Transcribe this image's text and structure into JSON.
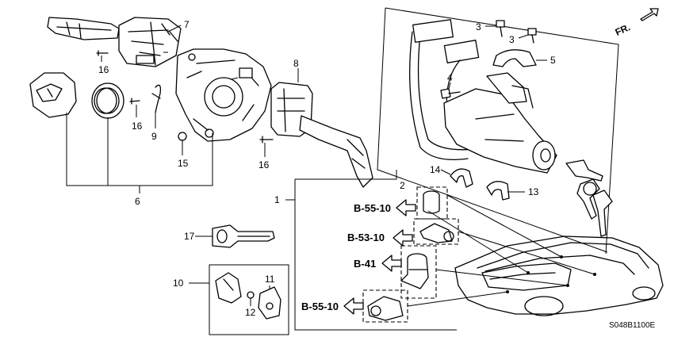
{
  "callouts": {
    "c1": "1",
    "c2": "2",
    "c3a": "3",
    "c3b": "3",
    "c4": "4",
    "c5": "5",
    "c6": "6",
    "c7": "7",
    "c8": "8",
    "c9": "9",
    "c10": "10",
    "c11": "11",
    "c12": "12",
    "c13": "13",
    "c14": "14",
    "c15": "15",
    "c16a": "16",
    "c16b": "16",
    "c16c": "16",
    "c17": "17"
  },
  "references": {
    "r1": "B-55-10",
    "r2": "B-53-10",
    "r3": "B-41",
    "r4": "B-55-10"
  },
  "direction_marker": "FR.",
  "diagram_code": "S048B1100E",
  "icons": [
    "combination-switch",
    "cable-reel",
    "turn-signal-switch",
    "wiper-switch",
    "steering-lock",
    "ignition-key",
    "door-cylinder",
    "trunk-cylinder",
    "car-body",
    "fr-arrow"
  ]
}
